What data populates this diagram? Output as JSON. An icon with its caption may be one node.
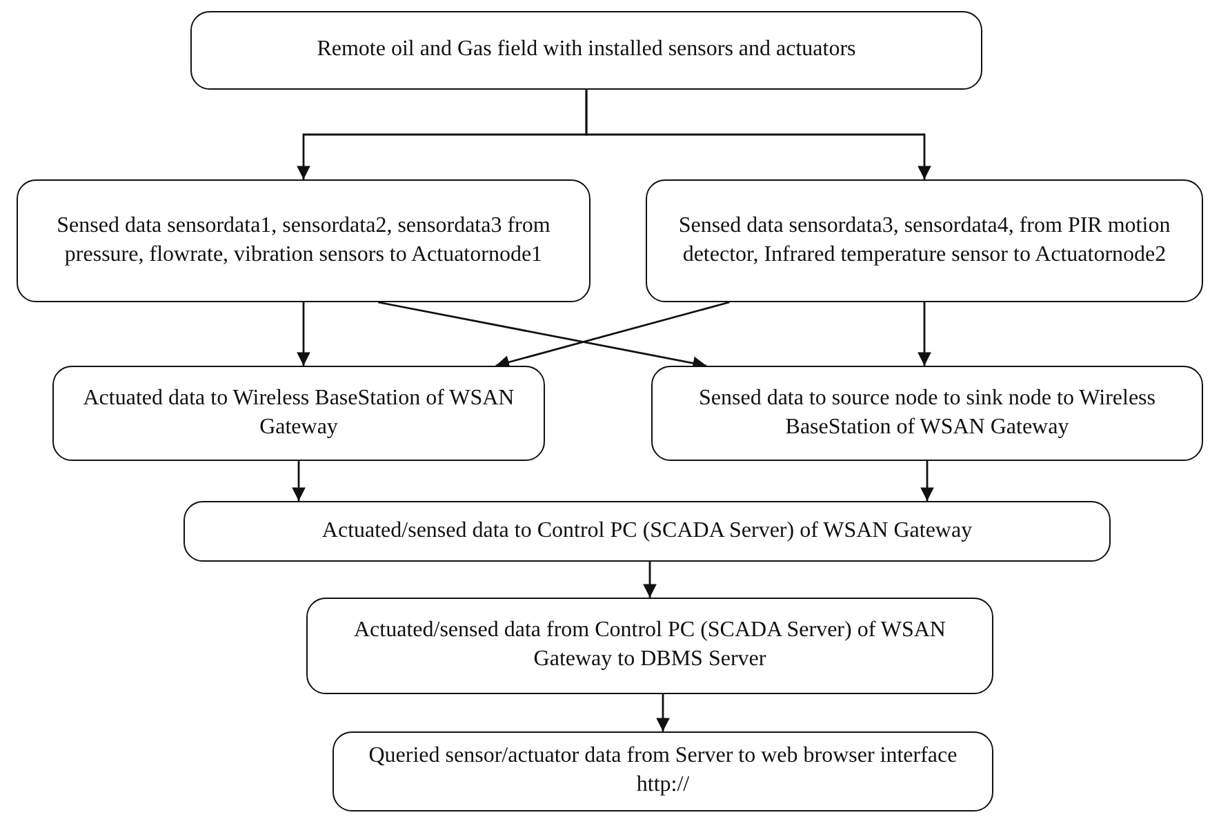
{
  "diagram": {
    "nodes": [
      {
        "text": [
          "Remote oil and Gas field with installed sensors and actuators"
        ]
      },
      {
        "text": [
          "Sensed data sensordata1, sensordata2, sensordata3 from pressure, flowrate, vibration sensors to Actuatornode1"
        ]
      },
      {
        "text": [
          "Sensed data sensordata3, sensordata4, from PIR motion detector, Infrared temperature sensor to Actuatornode2"
        ]
      },
      {
        "text": [
          "Actuated data to Wireless BaseStation of WSAN Gateway"
        ]
      },
      {
        "text": [
          "Sensed data to source node to sink node to Wireless BaseStation of WSAN Gateway"
        ]
      },
      {
        "text": [
          "Actuated/sensed data to Control PC (SCADA Server) of WSAN Gateway"
        ]
      },
      {
        "text": [
          "Actuated/sensed data from Control PC (SCADA Server) of WSAN Gateway to DBMS Server"
        ]
      },
      {
        "text": [
          "Queried sensor/actuator data from Server to web browser interface http://"
        ]
      }
    ],
    "edges": [
      {
        "from": 0,
        "to": 1,
        "arrow": "to"
      },
      {
        "from": 0,
        "to": 2,
        "arrow": "to"
      },
      {
        "from": 1,
        "to": 3,
        "arrow": "to"
      },
      {
        "from": 1,
        "to": 4,
        "arrow": "to"
      },
      {
        "from": 2,
        "to": 3,
        "arrow": "to"
      },
      {
        "from": 2,
        "to": 4,
        "arrow": "to"
      },
      {
        "from": 3,
        "to": 5,
        "arrow": "to"
      },
      {
        "from": 4,
        "to": 5,
        "arrow": "to"
      },
      {
        "from": 5,
        "to": 6,
        "arrow": "to"
      },
      {
        "from": 6,
        "to": 7,
        "arrow": "to"
      }
    ]
  }
}
